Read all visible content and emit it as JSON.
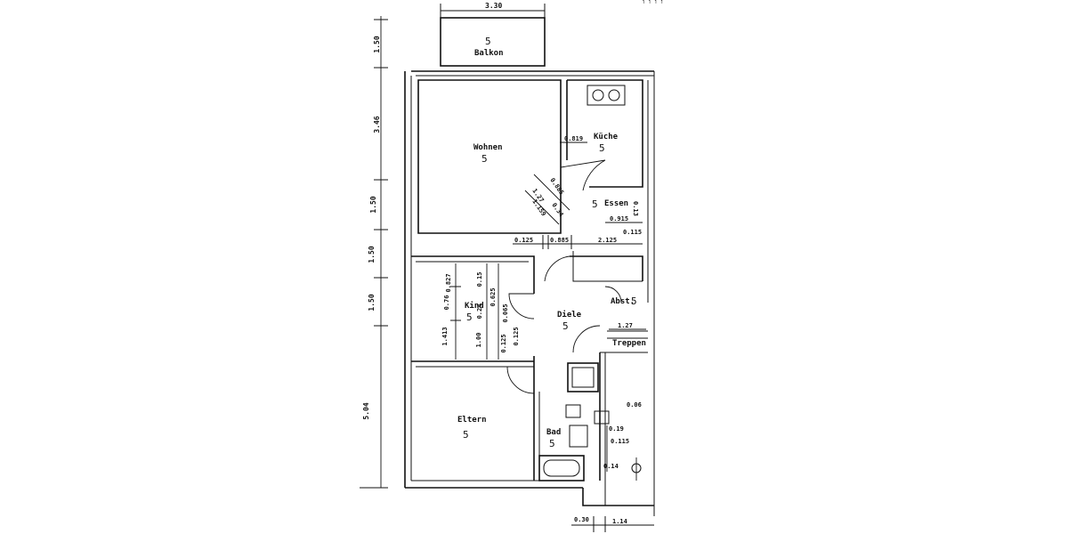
{
  "rooms": {
    "balkon": {
      "name": "Balkon",
      "number": "5"
    },
    "wohnen": {
      "name": "Wohnen",
      "number": "5"
    },
    "kueche": {
      "name": "Küche",
      "number": "5"
    },
    "essen": {
      "name": "Essen",
      "number": "5"
    },
    "kind": {
      "name": "Kind",
      "number": "5"
    },
    "diele": {
      "name": "Diele",
      "number": "5"
    },
    "abst": {
      "name": "Abst.",
      "number": "5"
    },
    "treppen": {
      "name": "Treppen"
    },
    "eltern": {
      "name": "Eltern",
      "number": "5"
    },
    "bad": {
      "name": "Bad",
      "number": "5"
    }
  },
  "dimensions": {
    "top_width": "3.30",
    "left_balkon": "1.50",
    "left_wohnen": "3.46",
    "left_1": "1.50",
    "left_2": "1.50",
    "left_3": "1.50",
    "left_eltern": "5.04",
    "kueche_door": "0.819",
    "door_a": "0.885",
    "door_b": "1.27",
    "door_c": "1.159",
    "door_d": "0.34",
    "essen_1": "0.915",
    "essen_2": "0.115",
    "essen_k": "0.13",
    "row_a": "0.125",
    "row_b": "0.885",
    "row_c": "2.125",
    "kind_1": "0.827",
    "kind_2": "0.15",
    "kind_3": "0.625",
    "kind_4": "0.76",
    "kind_5": "0.24",
    "kind_6": "0.065",
    "kind_7": "1.413",
    "kind_8": "1.00",
    "kind_9": "0.125",
    "kind_10": "0.125",
    "treppen_w": "1.27",
    "bad_1": "0.06",
    "bad_2": "0.19",
    "bad_3": "0.115",
    "bad_4": "0.14",
    "bottom_1": "0.30",
    "bottom_2": "1.14"
  }
}
